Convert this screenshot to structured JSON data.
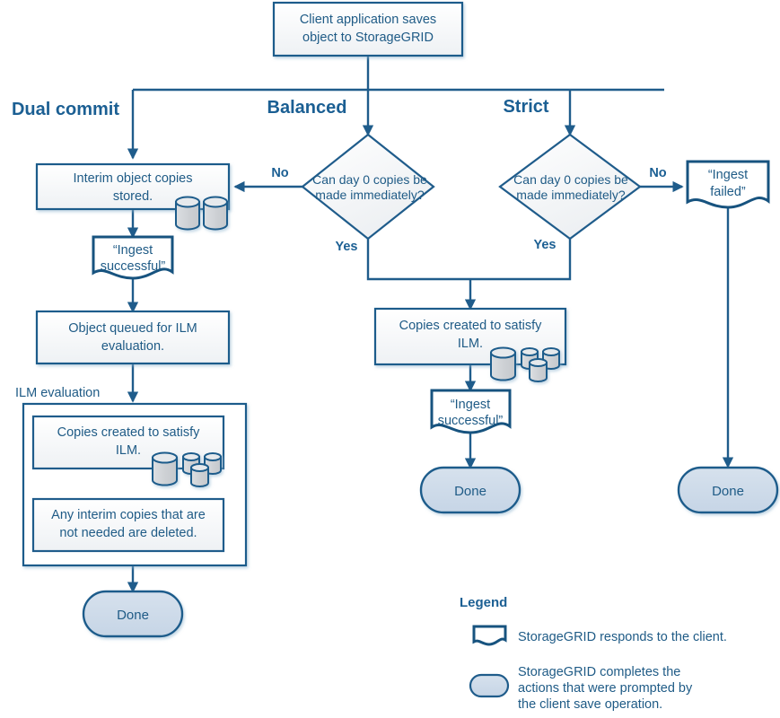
{
  "colors": {
    "stroke": "#1f5c8b",
    "stroke_dark": "#17537f",
    "text": "#1f5b86",
    "heading": "#1b5f93",
    "box_fill_top": "#ffffff",
    "box_fill_bottom": "#eef1f4",
    "diamond_fill": "#f3f5f7",
    "done_fill": "#cfdcea",
    "cylinder_fill": "#d3d6d9",
    "cylinder_top": "#e6e9ec",
    "background": "#ffffff"
  },
  "start": {
    "label": "Client application saves object to StorageGRID",
    "line1": "Client application saves",
    "line2": "object to StorageGRID"
  },
  "branches": [
    {
      "id": "dual-commit",
      "label": "Dual commit"
    },
    {
      "id": "balanced",
      "label": "Balanced"
    },
    {
      "id": "strict",
      "label": "Strict"
    }
  ],
  "dual_commit": {
    "interim": {
      "line1": "Interim object copies",
      "line2": "stored."
    },
    "ingest_flag": {
      "line1": "“Ingest",
      "line2": "successful”"
    },
    "queued": {
      "line1": "Object queued for ILM",
      "line2": "evaluation."
    },
    "group_label": "ILM evaluation",
    "copies": {
      "line1": "Copies created to satisfy",
      "line2": "ILM."
    },
    "interim_deleted": {
      "line1": "Any interim copies that are",
      "line2": "not needed are deleted."
    },
    "done": "Done"
  },
  "balanced": {
    "decision": {
      "line1": "Can  day 0 copies be",
      "line2": "made immediately?"
    },
    "no_label": "No",
    "yes_label": "Yes"
  },
  "strict": {
    "decision": {
      "line1": "Can  day 0 copies be",
      "line2": "made immediately?"
    },
    "no_label": "No",
    "yes_label": "Yes",
    "ingest_failed": {
      "line1": "“Ingest",
      "line2": "failed”"
    },
    "done": "Done"
  },
  "center": {
    "copies": {
      "line1": "Copies created to satisfy",
      "line2": "ILM."
    },
    "ingest_flag": {
      "line1": "“Ingest",
      "line2": "successful”"
    },
    "done": "Done"
  },
  "legend": {
    "title": "Legend",
    "items": [
      {
        "shape": "flag",
        "text": "StorageGRID responds to the client.",
        "lines": [
          "StorageGRID responds to the client."
        ]
      },
      {
        "shape": "pill",
        "text": "StorageGRID completes the actions that were prompted by the client save operation.",
        "lines": [
          "StorageGRID completes the",
          "actions that were prompted by",
          "the client save operation."
        ]
      }
    ]
  }
}
